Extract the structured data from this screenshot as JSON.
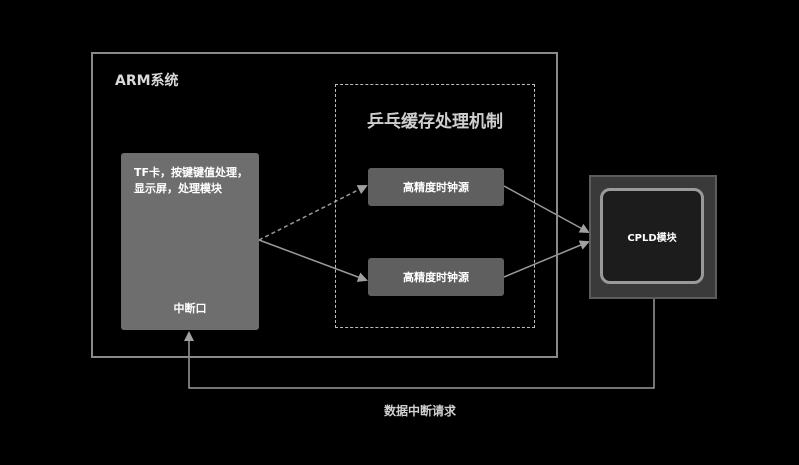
{
  "arm_system": {
    "title": "ARM系统"
  },
  "pingpong": {
    "title": "乒乓缓存处理机制"
  },
  "module": {
    "text": "TF卡，按键键值处理，显示屏，处理模块",
    "interrupt_port": "中断口"
  },
  "clocks": {
    "top": "高精度时钟源",
    "bottom": "高精度时钟源"
  },
  "cpld": {
    "label": "CPLD模块"
  },
  "feedback": {
    "label": "数据中断请求"
  },
  "colors": {
    "background": "#000000",
    "frame": "#8a8a8a",
    "module_fill": "#6e6e6e",
    "clock_fill": "#5f5f5f",
    "arrow": "#9a9a9a"
  }
}
